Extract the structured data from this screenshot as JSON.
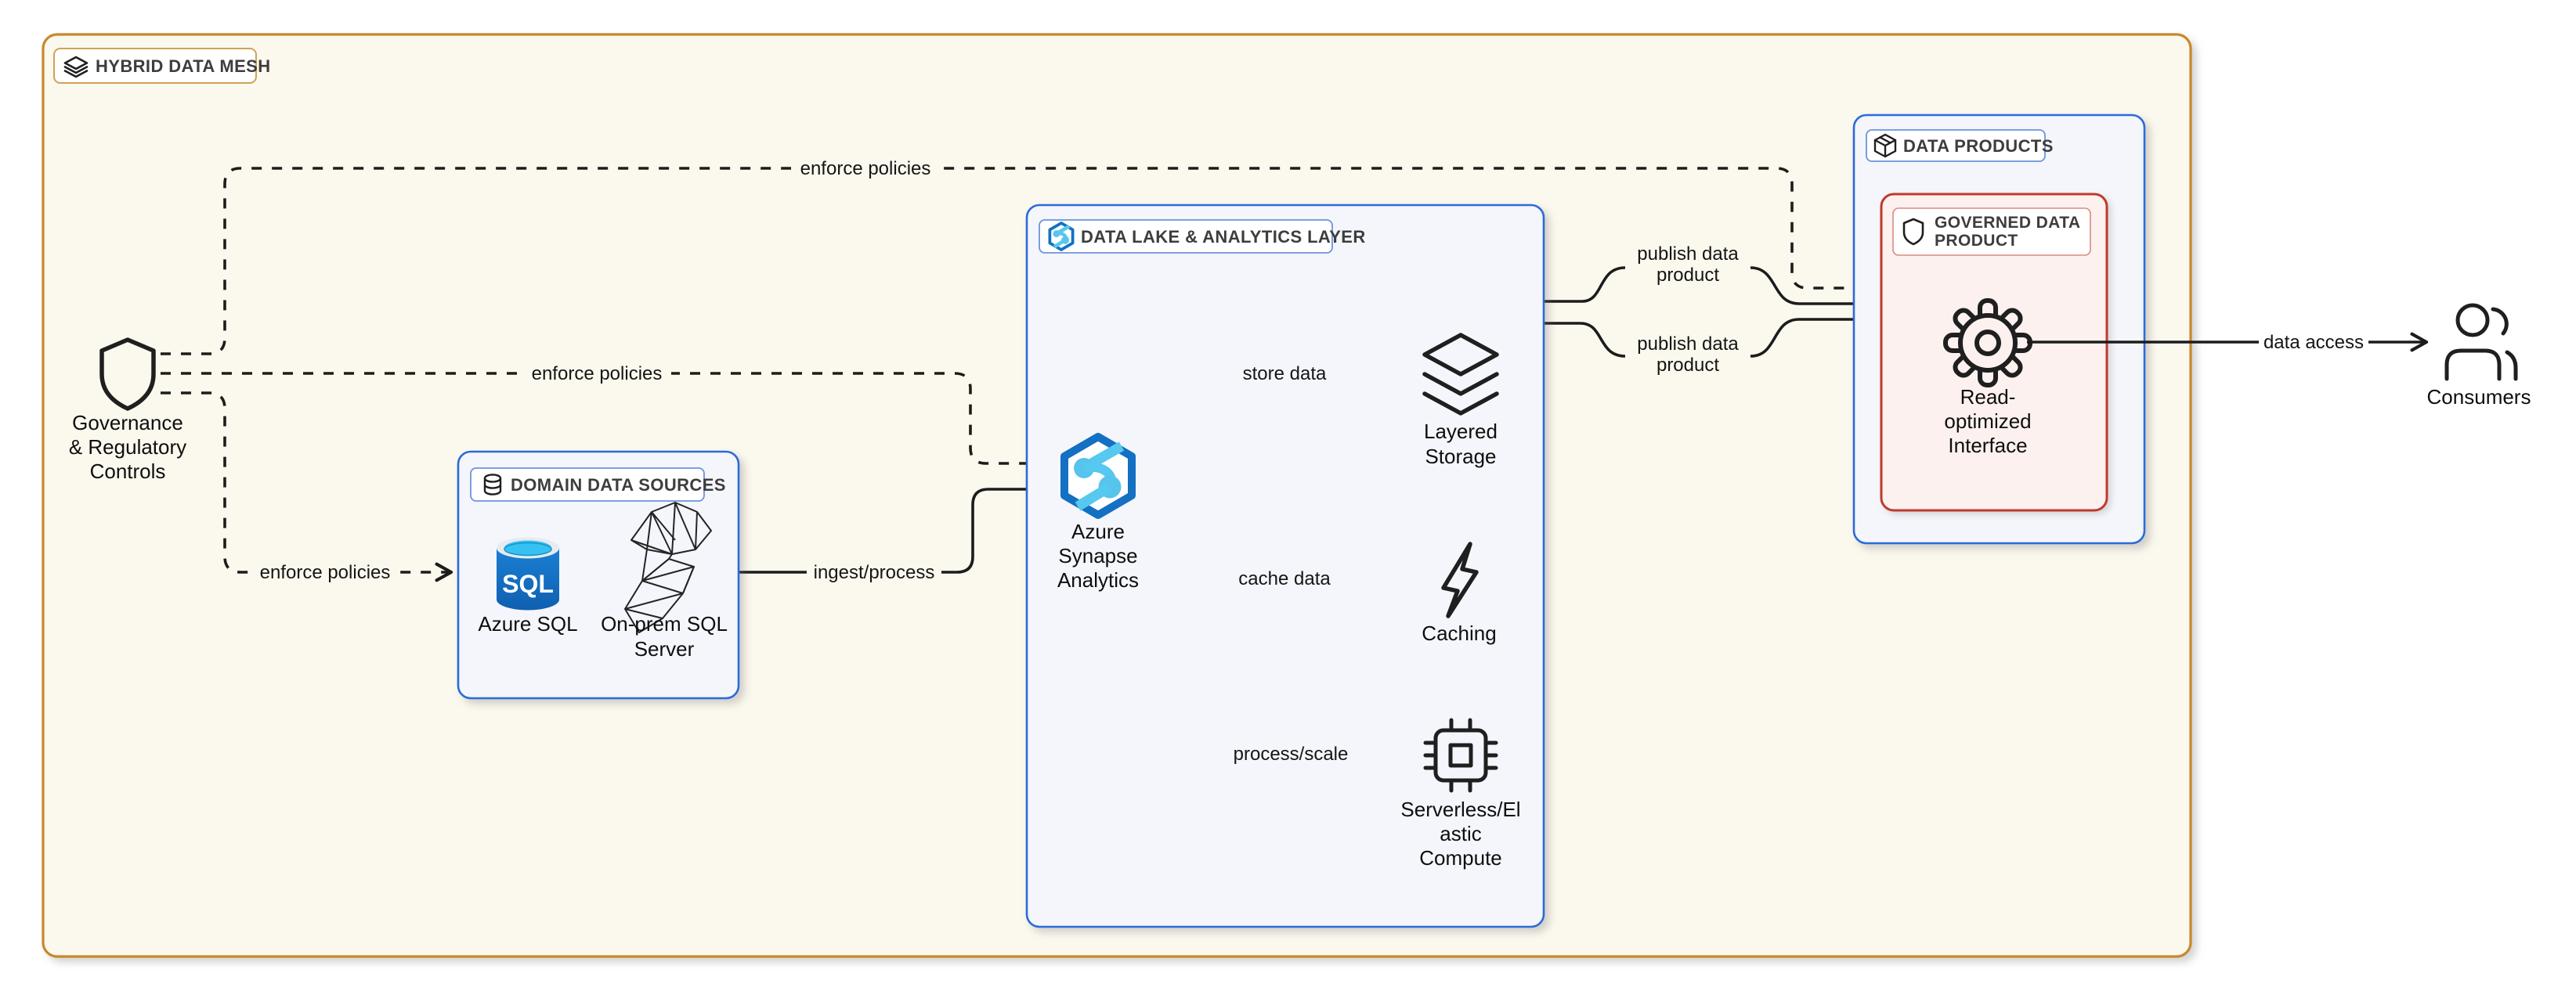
{
  "diagram": {
    "title": "HYBRID DATA MESH",
    "groups": {
      "domain_sources": "DOMAIN DATA SOURCES",
      "data_lake": "DATA LAKE & ANALYTICS LAYER",
      "data_products": "DATA PRODUCTS",
      "governed_product_lines": [
        "GOVERNED DATA",
        "PRODUCT"
      ]
    },
    "nodes": {
      "governance_lines": [
        "Governance",
        "& Regulatory",
        "Controls"
      ],
      "azure_sql": "Azure SQL",
      "azure_sql_icon_text": "SQL",
      "onprem_lines": [
        "On-prem SQL",
        "Server"
      ],
      "synapse_lines": [
        "Azure",
        "Synapse",
        "Analytics"
      ],
      "layered_lines": [
        "Layered",
        "Storage"
      ],
      "caching": "Caching",
      "compute_lines": [
        "Serverless/El",
        "astic",
        "Compute"
      ],
      "interface_lines": [
        "Read-",
        "optimized",
        "Interface"
      ],
      "consumers": "Consumers"
    },
    "edges": {
      "enforce_top": "enforce policies",
      "enforce_middle": "enforce policies",
      "enforce_bottom": "enforce policies",
      "ingest": "ingest/process",
      "store": "store data",
      "cache": "cache data",
      "process": "process/scale",
      "publish_top_lines": [
        "publish data",
        "product"
      ],
      "publish_bottom_lines": [
        "publish data",
        "product"
      ],
      "data_access": "data access"
    },
    "colors": {
      "canvas": "#FFFFFF",
      "mesh_fill": "#FBF8EE",
      "mesh_border": "#C8872B",
      "group_fill": "#F4F6FB",
      "group_border": "#2B6BD9",
      "governed_fill": "#FCF1EF",
      "governed_border": "#C0392B",
      "governed_chip_border": "#D98B82",
      "edge": "#1C1C1C",
      "azure_hex_blue": "#1370C2",
      "azure_cyan": "#57C8F0",
      "sql_body_blue": "#1272C8",
      "sql_top_cyan": "#35C2F2"
    }
  }
}
